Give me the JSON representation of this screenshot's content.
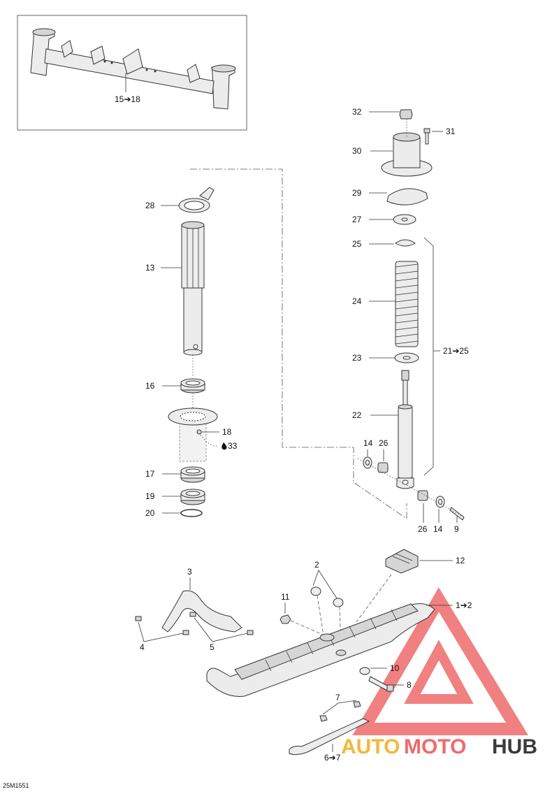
{
  "labels": {
    "l15_18": "15➔18",
    "l32": "32",
    "l31": "31",
    "l30": "30",
    "l29": "29",
    "l27": "27",
    "l25": "25",
    "l24": "24",
    "l23": "23",
    "l21_25": "21➔25",
    "l22": "22",
    "l14a": "14",
    "l26a": "26",
    "l26b": "26",
    "l14b": "14",
    "l9": "9",
    "l28": "28",
    "l13": "13",
    "l16": "16",
    "l18": "18",
    "l33": "33",
    "l17": "17",
    "l19": "19",
    "l20": "20",
    "l12": "12",
    "l2": "2",
    "l3": "3",
    "l11": "11",
    "l1_2": "1➔2",
    "l4": "4",
    "l5": "5",
    "l10": "10",
    "l8": "8",
    "l7": "7",
    "l6_7": "6➔7"
  },
  "drawing_ref": "25M1551",
  "watermark": {
    "text_a": "AUTO",
    "text_b": "MOTO",
    "text_c": "HUB",
    "color_a": "#f4b73c",
    "color_b": "#ef6b6b",
    "color_c": "#3b3b3b",
    "triangle_color": "#ef6b6b"
  },
  "icons": {
    "lubricant": "oil-drop-icon"
  }
}
